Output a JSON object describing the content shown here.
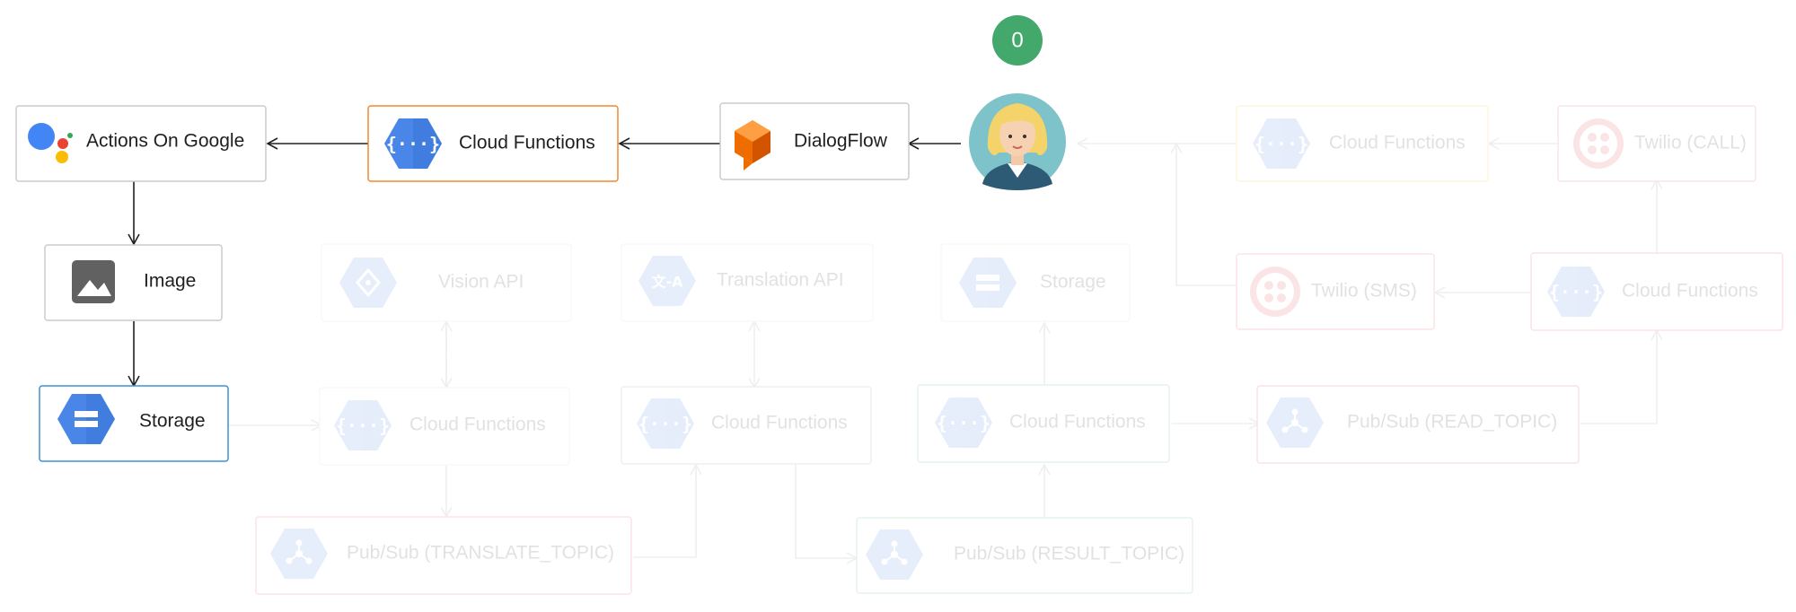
{
  "counter": {
    "value": "0",
    "color": "#43a86b"
  },
  "colors": {
    "gcp_blue": "#4a86e8",
    "gcp_blue_light": "#aecbfa",
    "dialogflow_orange": "#ef6c00",
    "twilio_red": "#e5393f",
    "default_border": "#cccccc",
    "highlight_orange": "#ef8a2f",
    "highlight_blue": "#3f8fd6",
    "edge_active": "#202020",
    "edge_faded": "#888888"
  },
  "nodes": {
    "actions_on_google": {
      "label": "Actions On Google",
      "icon": "google-assistant-icon"
    },
    "cloud_functions_main": {
      "label": "Cloud Functions",
      "icon": "cloud-functions-icon"
    },
    "dialogflow": {
      "label": "DialogFlow",
      "icon": "dialogflow-icon"
    },
    "user": {
      "label": "",
      "icon": "user-avatar-icon"
    },
    "image": {
      "label": "Image",
      "icon": "image-icon"
    },
    "storage_main": {
      "label": "Storage",
      "icon": "storage-icon"
    },
    "cloud_functions_top_right": {
      "label": "Cloud Functions",
      "icon": "cloud-functions-icon"
    },
    "twilio_call": {
      "label": "Twilio (CALL)",
      "icon": "twilio-icon"
    },
    "twilio_sms": {
      "label": "Twilio (SMS)",
      "icon": "twilio-icon"
    },
    "cloud_functions_right": {
      "label": "Cloud Functions",
      "icon": "cloud-functions-icon"
    },
    "vision_api": {
      "label": "Vision API",
      "icon": "vision-api-icon"
    },
    "translation_api": {
      "label": "Translation API",
      "icon": "translation-api-icon"
    },
    "storage_mid": {
      "label": "Storage",
      "icon": "storage-icon"
    },
    "cloud_functions_1": {
      "label": "Cloud Functions",
      "icon": "cloud-functions-icon"
    },
    "cloud_functions_2": {
      "label": "Cloud Functions",
      "icon": "cloud-functions-icon"
    },
    "cloud_functions_3": {
      "label": "Cloud Functions",
      "icon": "cloud-functions-icon"
    },
    "pubsub_read": {
      "label": "Pub/Sub (READ_TOPIC)",
      "icon": "pubsub-icon"
    },
    "pubsub_translate": {
      "label": "Pub/Sub (TRANSLATE_TOPIC)",
      "icon": "pubsub-icon"
    },
    "pubsub_result": {
      "label": "Pub/Sub (RESULT_TOPIC)",
      "icon": "pubsub-icon"
    }
  }
}
